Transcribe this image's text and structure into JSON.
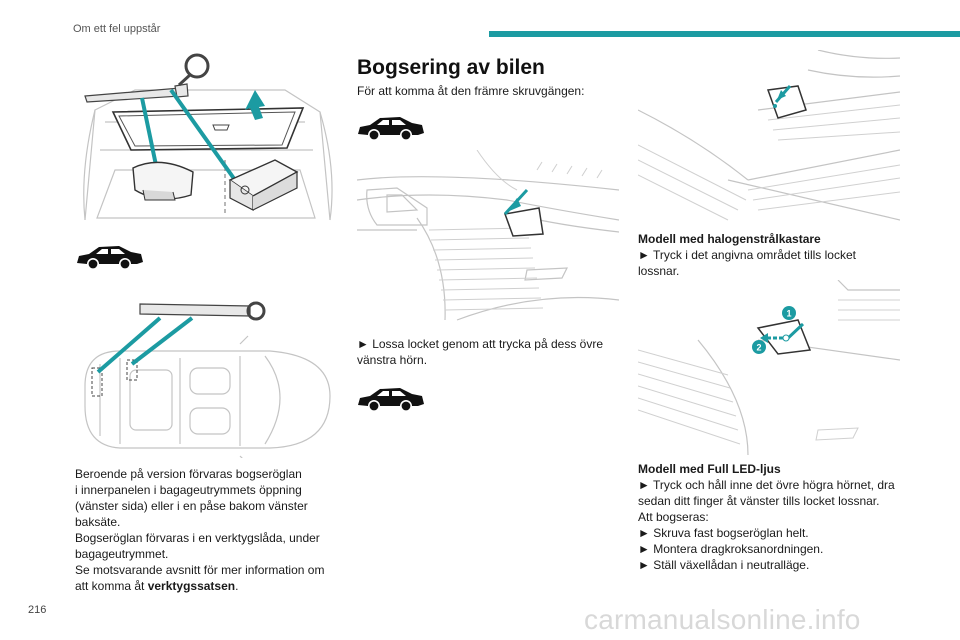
{
  "header": {
    "section": "Om ett fel uppstår",
    "accent_color": "#1c9ba2"
  },
  "page_number": "216",
  "watermark": "carmanualsonline.info",
  "main": {
    "title": "Bogsering av bilen",
    "intro": "För att komma åt den främre skruvgängen:",
    "step_loosen": "► Lossa locket genom att trycka på dess övre vänstra hörn."
  },
  "left": {
    "storage_text": [
      "Beroende på version förvaras bogseröglan",
      "i innerpanelen i bagageutrymmets öppning",
      "(vänster sida) eller i en påse bakom vänster",
      "baksäte.",
      "Bogseröglan förvaras i en verktygslåda, under",
      "bagageutrymmet.",
      "Se motsvarande avsnitt för mer information om"
    ],
    "storage_last_prefix": "att komma åt ",
    "storage_last_bold": "verktygssatsen",
    "storage_last_suffix": "."
  },
  "right": {
    "halogen_heading": "Modell med halogenstrålkastare",
    "halogen_step_1": "► Tryck i det angivna området tills locket",
    "halogen_step_2": "lossnar.",
    "led_heading": "Modell med Full LED-ljus",
    "led_step_1": "► Tryck och håll inne det övre högra hörnet, dra",
    "led_step_2": "sedan ditt finger åt vänster tills locket lossnar.",
    "towing_label": "Att bogseras:",
    "tow_steps": [
      "► Skruva fast bogseröglan helt.",
      "► Montera dragkroksanordningen.",
      "► Ställ växellådan i neutralläge."
    ],
    "badge_1": "1",
    "badge_2": "2"
  },
  "icons": {
    "car": "car-silhouette-icon",
    "arrow": "push-arrow-icon"
  }
}
